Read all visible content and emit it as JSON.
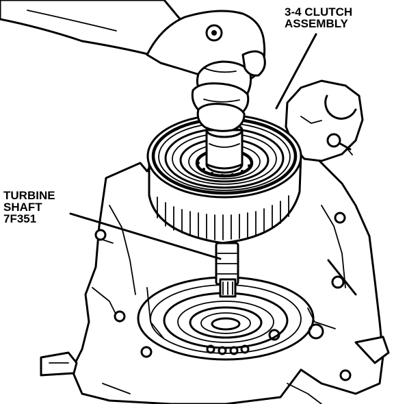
{
  "labels": {
    "clutch": {
      "line1": "3-4 CLUTCH",
      "line2": "ASSEMBLY"
    },
    "turbine": {
      "line1": "TURBINE",
      "line2": "SHAFT",
      "line3": "7F351"
    }
  },
  "colors": {
    "ink": "#000000",
    "paper": "#ffffff"
  }
}
